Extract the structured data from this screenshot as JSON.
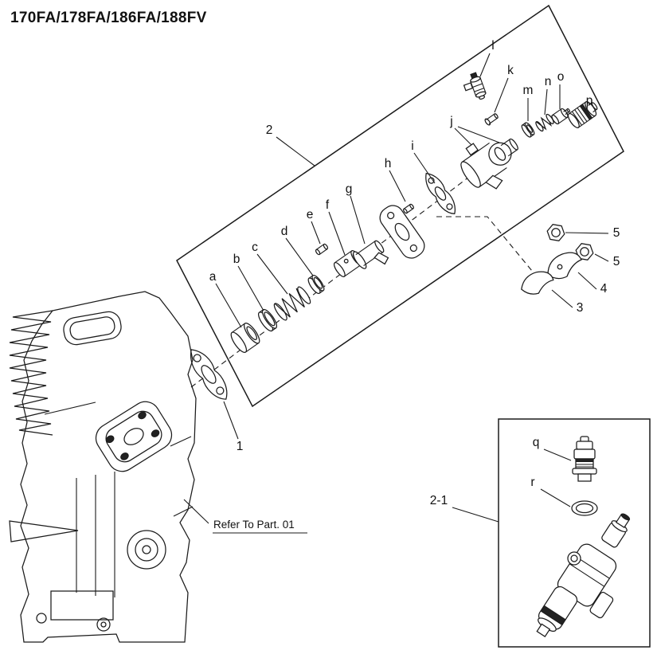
{
  "title": "170FA/178FA/186FA/188FV",
  "refer_note": "Refer To Part. 01",
  "colors": {
    "ink": "#1b1b1b",
    "background": "#ffffff"
  },
  "labels": {
    "a": "a",
    "b": "b",
    "c": "c",
    "d": "d",
    "e": "e",
    "f": "f",
    "g": "g",
    "h": "h",
    "i": "i",
    "j": "j",
    "k": "k",
    "l": "l",
    "m": "m",
    "n": "n",
    "o": "o",
    "p": "p",
    "q": "q",
    "r": "r"
  },
  "callouts": {
    "n1": "1",
    "n2": "2",
    "n3": "3",
    "n4": "4",
    "n5a": "5",
    "n5b": "5",
    "inset": "2-1"
  }
}
